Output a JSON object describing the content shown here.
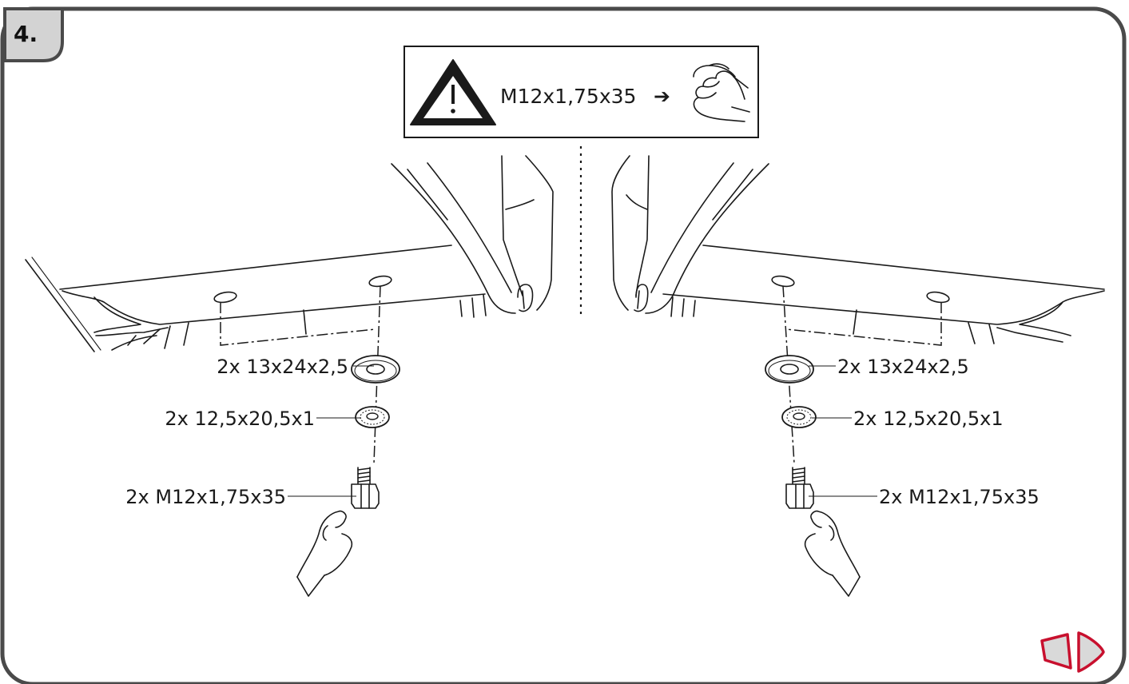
{
  "step_number": "4.",
  "warning": {
    "bolt_spec": "M12x1,75x35",
    "arrow": "➔"
  },
  "labels": {
    "washer_large": "2x 13x24x2,5",
    "washer_lock": "2x 12,5x20,5x1",
    "bolt": "2x M12x1,75x35"
  },
  "icons": [
    "warning-triangle-icon",
    "hand-tighten-icon",
    "hand-icon",
    "next-page-icon"
  ],
  "colors": {
    "frame": "#4a4a4a",
    "tab_fill": "#d3d3d3",
    "nav_accent": "#c8102e",
    "nav_fill": "#d9d9d9"
  }
}
